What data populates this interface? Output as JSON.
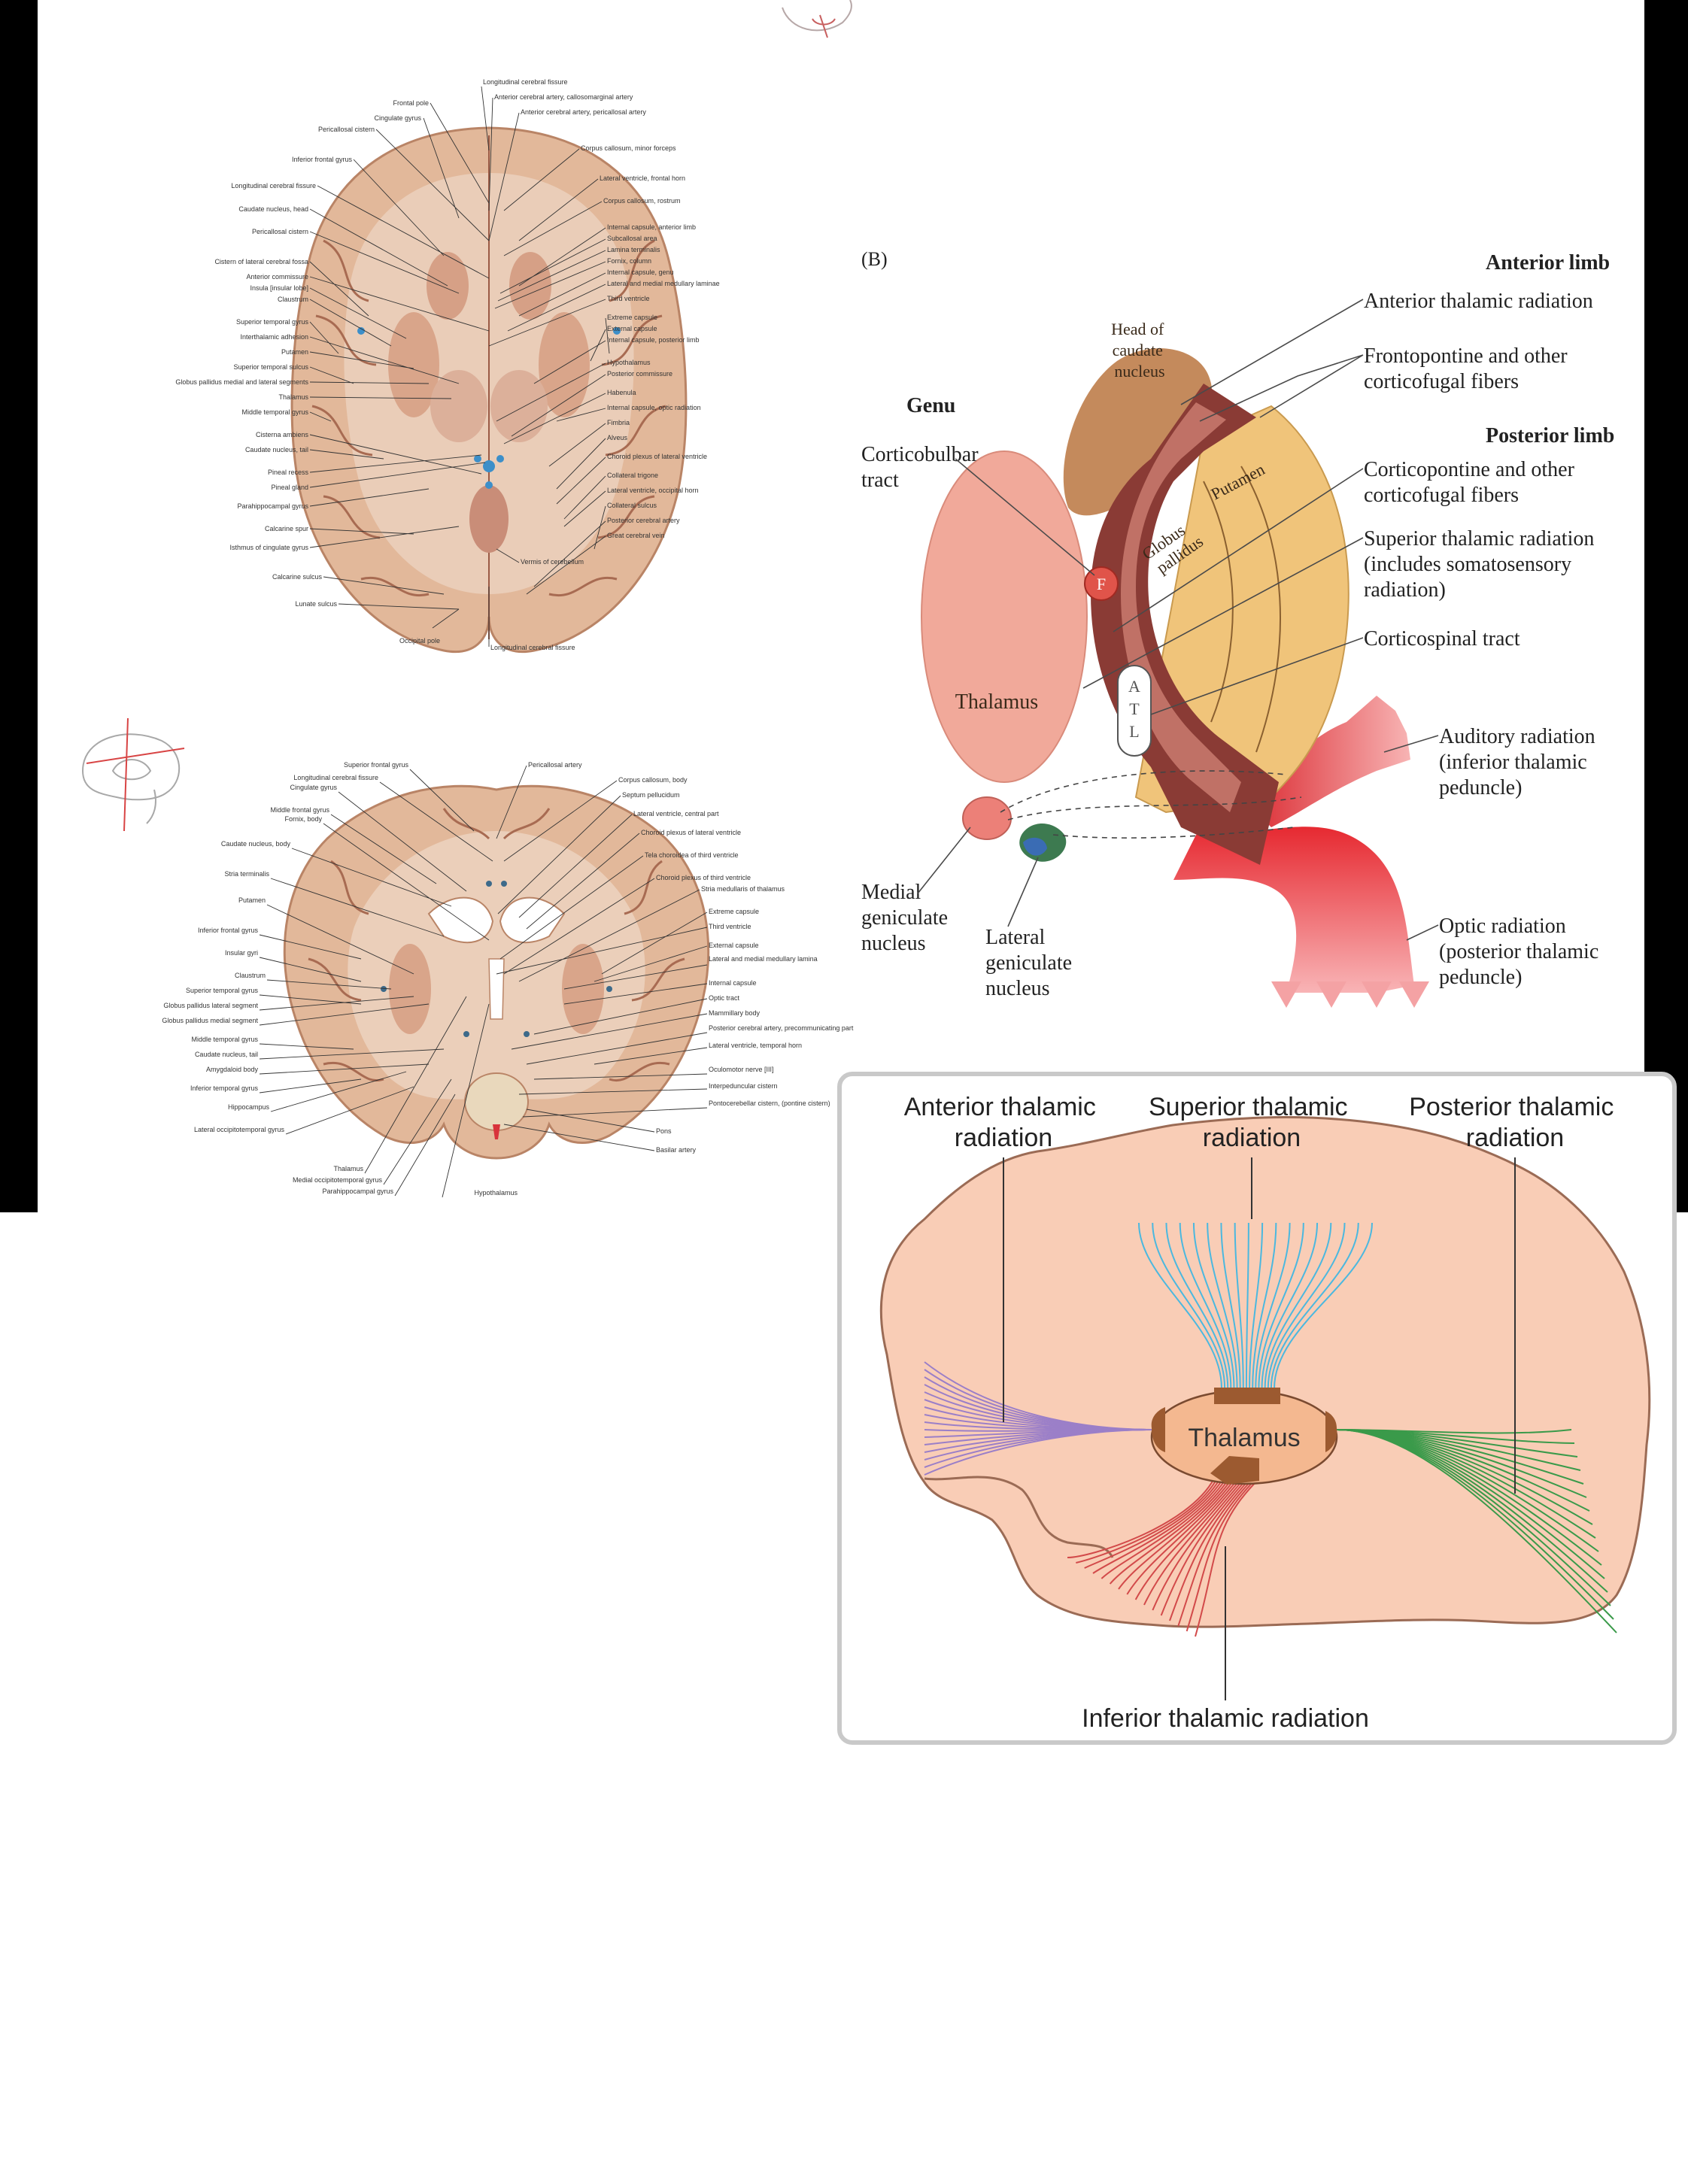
{
  "panel_a_axial": {
    "left_labels": [
      "Frontal pole",
      "Cingulate gyrus",
      "Pericallosal cistern",
      "Inferior frontal gyrus",
      "Longitudinal cerebral fissure",
      "Caudate nucleus, head",
      "Pericallosal cistern",
      "Cistern of lateral cerebral fossa",
      "Anterior commissure",
      "Insula [insular lobe]",
      "Claustrum",
      "Superior temporal gyrus",
      "Interthalamic adhesion",
      "Putamen",
      "Superior temporal sulcus",
      "Globus pallidus medial and lateral segments",
      "Thalamus",
      "Middle temporal gyrus",
      "Cisterna ambiens",
      "Caudate nucleus, tail",
      "Pineal recess",
      "Pineal gland",
      "Parahippocampal gyrus",
      "Calcarine spur",
      "Isthmus of cingulate gyrus",
      "Calcarine sulcus",
      "Lunate sulcus",
      "Occipital pole"
    ],
    "right_labels": [
      "Longitudinal cerebral fissure",
      "Anterior cerebral artery, callosomarginal artery",
      "Anterior cerebral artery, pericallosal artery",
      "Corpus callosum, minor forceps",
      "Lateral ventricle, frontal horn",
      "Corpus callosum, rostrum",
      "Internal capsule, anterior limb",
      "Subcallosal area",
      "Lamina terminalis",
      "Fornix, column",
      "Internal capsule, genu",
      "Lateral and medial medullary laminae",
      "Third ventricle",
      "Extreme capsule",
      "External capsule",
      "Internal capsule, posterior limb",
      "Hypothalamus",
      "Posterior commissure",
      "Habenula",
      "Internal capsule, optic radiation",
      "Fimbria",
      "Alveus",
      "Choroid plexus of lateral ventricle",
      "Collateral trigone",
      "Lateral ventricle, occipital horn",
      "Collateral sulcus",
      "Posterior cerebral artery",
      "Great cerebral vein",
      "Vermis of cerebellum",
      "Longitudinal cerebral fissure"
    ]
  },
  "panel_a_coronal": {
    "left_labels": [
      "Superior frontal gyrus",
      "Longitudinal cerebral fissure",
      "Cingulate gyrus",
      "Middle frontal gyrus",
      "Fornix, body",
      "Caudate nucleus, body",
      "Stria terminalis",
      "Putamen",
      "Inferior frontal gyrus",
      "Insular gyri",
      "Claustrum",
      "Superior temporal gyrus",
      "Globus pallidus lateral segment",
      "Globus pallidus medial segment",
      "Middle temporal gyrus",
      "Caudate nucleus, tail",
      "Amygdaloid body",
      "Inferior temporal gyrus",
      "Hippocampus",
      "Lateral occipitotemporal gyrus",
      "Thalamus",
      "Medial occipitotemporal gyrus",
      "Parahippocampal gyrus",
      "Hypothalamus"
    ],
    "right_labels": [
      "Pericallosal artery",
      "Corpus callosum, body",
      "Septum pellucidum",
      "Lateral ventricle, central part",
      "Choroid plexus of lateral ventricle",
      "Tela choroidea of third ventricle",
      "Choroid plexus of third ventricle",
      "Stria medullaris of thalamus",
      "Extreme capsule",
      "Third ventricle",
      "External capsule",
      "Lateral and medial medullary lamina",
      "Internal capsule",
      "Optic tract",
      "Mammillary body",
      "Posterior cerebral artery, precommunicating part",
      "Lateral ventricle, temporal horn",
      "Oculomotor nerve [III]",
      "Interpeduncular cistern",
      "Pontocerebellar cistern, (pontine cistern)",
      "Pons",
      "Basilar artery"
    ]
  },
  "panel_b": {
    "panel_letter": "(B)",
    "genu_heading": "Genu",
    "anterior_limb_heading": "Anterior limb",
    "posterior_limb_heading": "Posterior limb",
    "corticobulbar": [
      "Corticobulbar",
      "tract"
    ],
    "head_caudate": [
      "Head of",
      "caudate",
      "nucleus"
    ],
    "putamen": "Putamen",
    "globus_pallidus": [
      "Globus",
      "pallidus"
    ],
    "thalamus": "Thalamus",
    "f_letter": "F",
    "atl_letters": [
      "A",
      "T",
      "L"
    ],
    "anterior_thalamic_radiation": "Anterior thalamic radiation",
    "frontopontine": [
      "Frontopontine and other",
      "corticofugal fibers"
    ],
    "corticopontine": [
      "Corticopontine and other",
      "corticofugal fibers"
    ],
    "superior_thalamic": [
      "Superior thalamic radiation",
      "(includes somatosensory",
      "radiation)"
    ],
    "corticospinal": "Corticospinal tract",
    "auditory": [
      "Auditory radiation",
      "(inferior thalamic",
      "peduncle)"
    ],
    "medial_geniculate": [
      "Medial",
      "geniculate",
      "nucleus"
    ],
    "lateral_geniculate": [
      "Lateral",
      "geniculate",
      "nucleus"
    ],
    "optic": [
      "Optic radiation",
      "(posterior thalamic",
      "peduncle)"
    ]
  },
  "panel_c": {
    "anterior": [
      "Anterior thalamic",
      "radiation"
    ],
    "superior": [
      "Superior thalamic",
      "radiation"
    ],
    "posterior": [
      "Posterior thalamic",
      "radiation"
    ],
    "inferior": "Inferior thalamic radiation",
    "thalamus": "Thalamus"
  },
  "colors": {
    "brain_tissue": "#e2b89a",
    "caudate": "#c48a5c",
    "capsule_dark": "#8a3b35",
    "globus": "#f0c47a",
    "thalamus_b": "#f1a99a",
    "radiation_red": "#e8242a",
    "anterior_fibers": "#9b7fc8",
    "superior_fibers": "#4bb8df",
    "posterior_fibers": "#3a9a4a",
    "inferior_fibers": "#d24a4a",
    "panel_c_brain": "#f9cdb6"
  }
}
